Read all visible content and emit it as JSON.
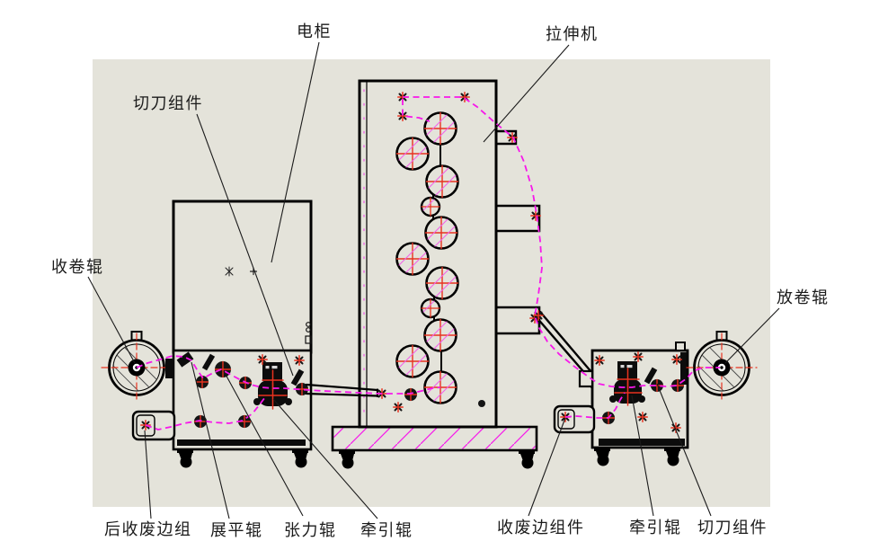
{
  "diagram": {
    "type": "equipment-layout-line-drawing",
    "labels": {
      "electrical_cabinet": "电柜",
      "stretching_machine": "拉伸机",
      "cutter_assembly_left": "切刀组件",
      "winding_roller": "收卷辊",
      "unwinding_roller": "放卷辊",
      "rear_waste_edge_unit": "后收废边组",
      "flattening_roller": "展平辊",
      "tension_roller": "张力辊",
      "traction_roller_left": "牵引辊",
      "waste_edge_assembly": "收废边组件",
      "traction_roller_right": "牵引辊",
      "cutter_assembly_right": "切刀组件"
    },
    "colors": {
      "page_background": "#ffffff",
      "drawing_area": "#e4e3da",
      "outline_black": "#000000",
      "web_path_magenta": "#f718ea",
      "roller_hatch_magenta": "#f263ea",
      "crosshair_red": "#e8321f",
      "label_text": "#1b1b1b"
    }
  }
}
